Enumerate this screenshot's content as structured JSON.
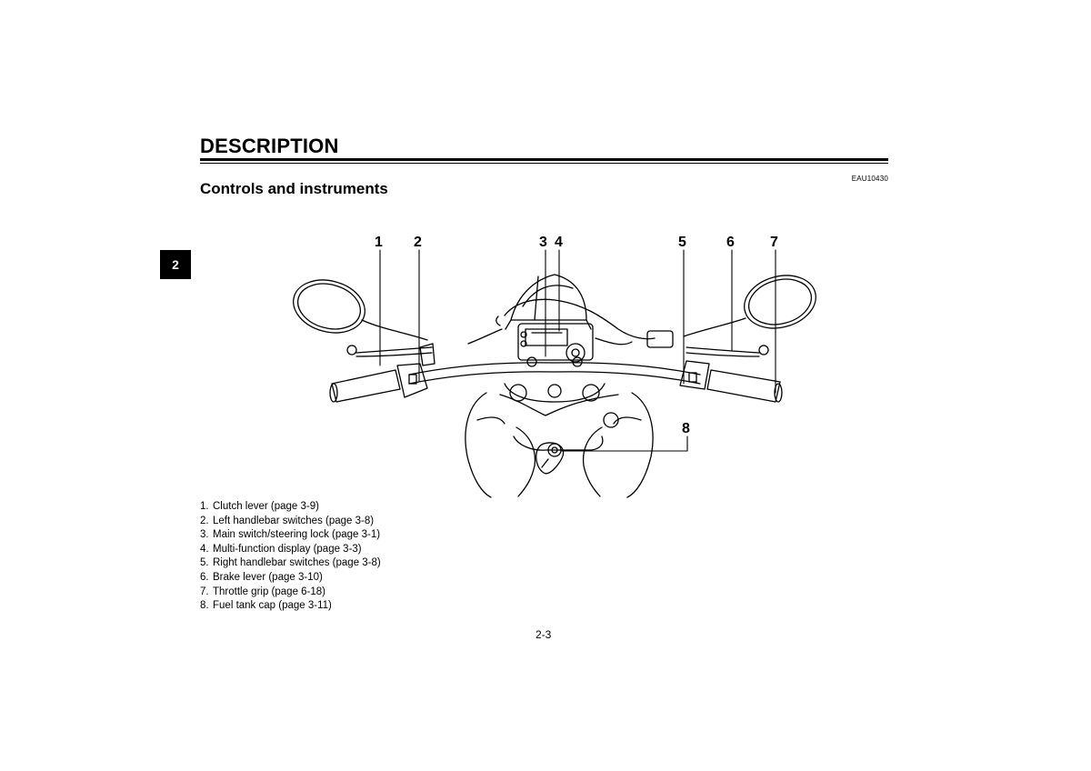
{
  "header": {
    "section_title": "DESCRIPTION",
    "doc_code": "EAU10430",
    "subsection_title": "Controls and instruments"
  },
  "chapter_tab": "2",
  "figure": {
    "callouts": [
      "1",
      "2",
      "3",
      "4",
      "5",
      "6",
      "7",
      "8"
    ]
  },
  "legend": [
    {
      "num": "1.",
      "text": "Clutch lever (page 3-9)"
    },
    {
      "num": "2.",
      "text": "Left handlebar switches (page 3-8)"
    },
    {
      "num": "3.",
      "text": "Main switch/steering lock (page 3-1)"
    },
    {
      "num": "4.",
      "text": "Multi-function display (page 3-3)"
    },
    {
      "num": "5.",
      "text": "Right handlebar switches (page 3-8)"
    },
    {
      "num": "6.",
      "text": "Brake lever (page 3-10)"
    },
    {
      "num": "7.",
      "text": "Throttle grip (page 6-18)"
    },
    {
      "num": "8.",
      "text": "Fuel tank cap (page 3-11)"
    }
  ],
  "footer": {
    "page_number": "2-3"
  }
}
